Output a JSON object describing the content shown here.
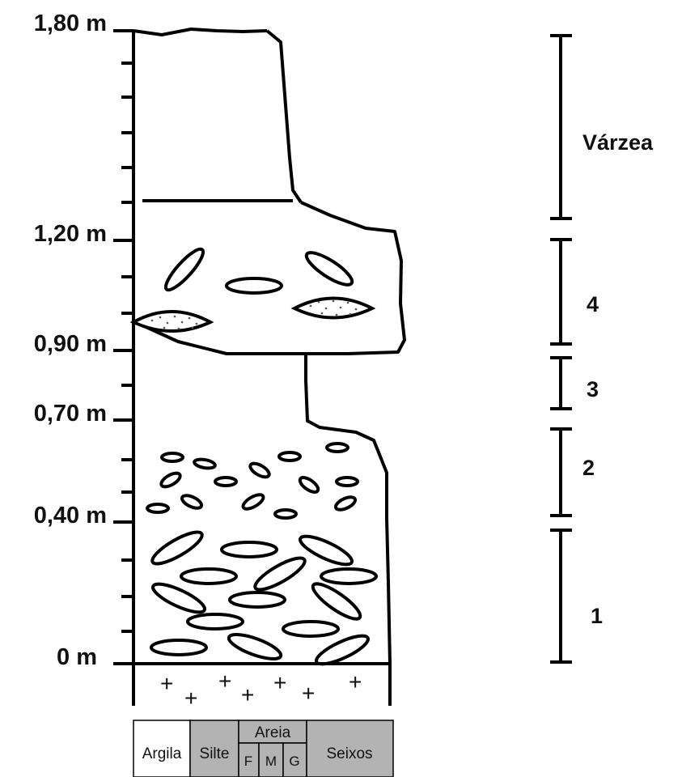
{
  "depth_labels": [
    "1,80 m",
    "1,20 m",
    "0,90 m",
    "0,70 m",
    "0,40 m",
    "0 m"
  ],
  "units": [
    "Várzea",
    "4",
    "3",
    "2",
    "1"
  ],
  "legend": {
    "argila": "Argila",
    "silte": "Silte",
    "areia": "Areia",
    "f": "F",
    "m": "M",
    "g": "G",
    "seixos": "Seixos"
  },
  "basement_symbol": "+",
  "colors": {
    "line": "#000000",
    "legend_fill": "#b3b3b3",
    "clast_dot": "#555555"
  }
}
